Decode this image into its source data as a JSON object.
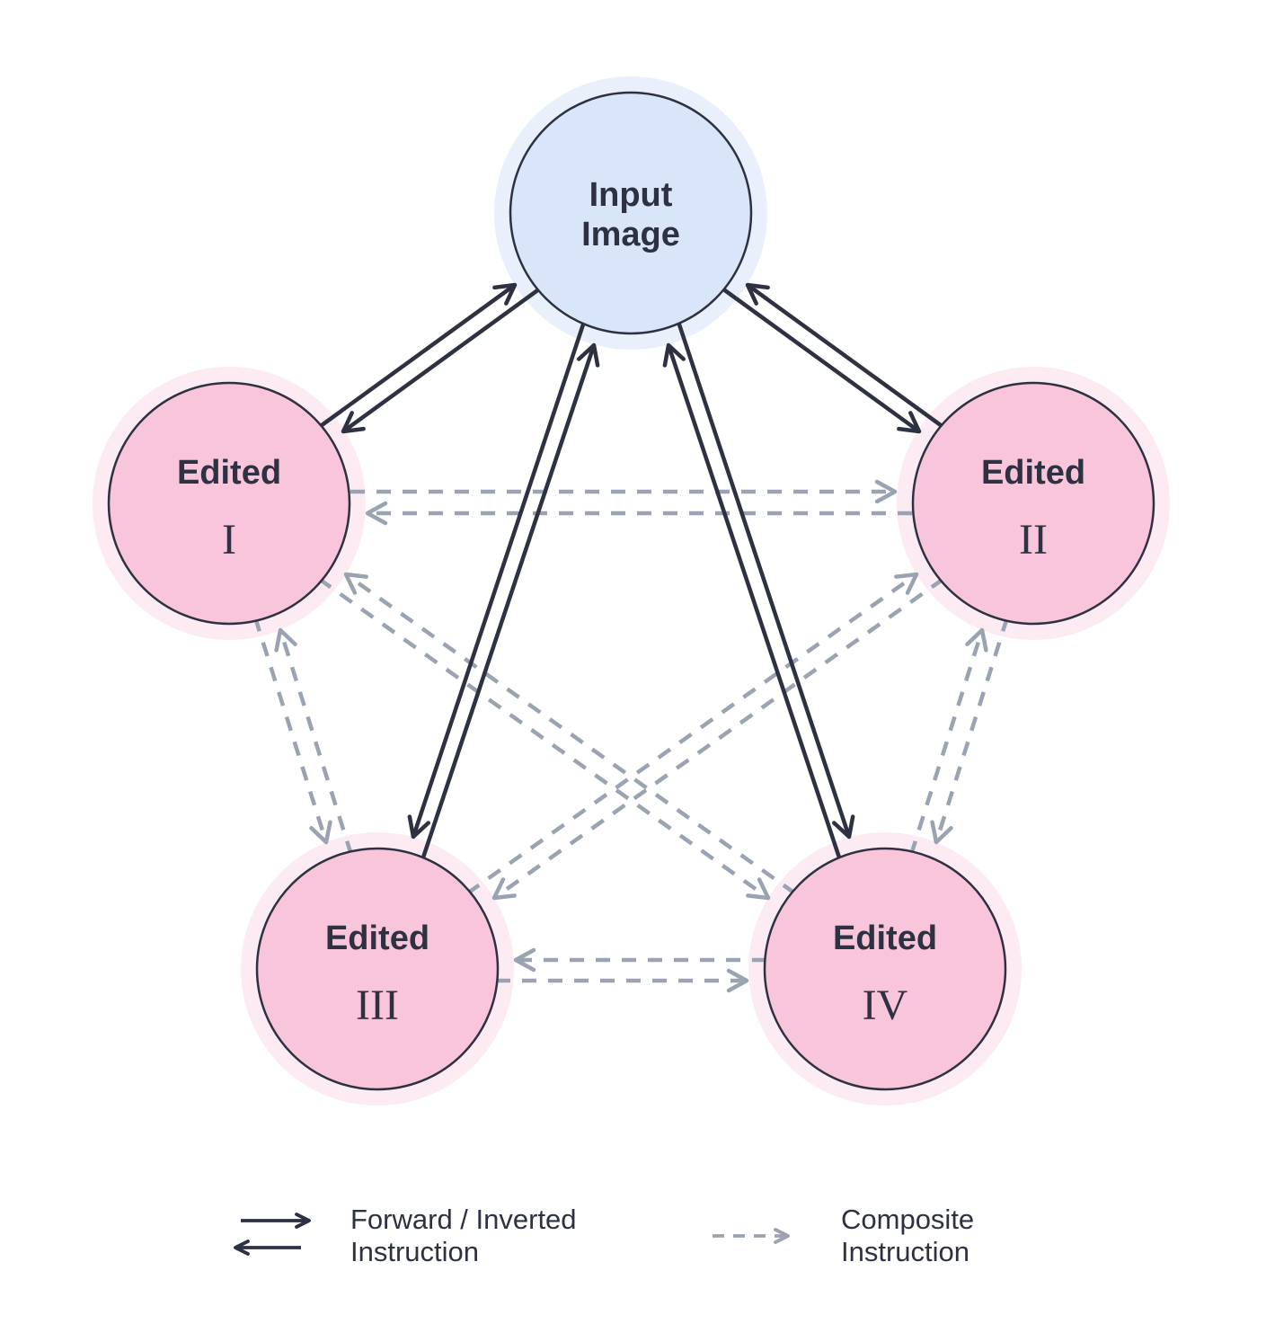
{
  "diagram": {
    "nodes": {
      "input": {
        "line1": "Input",
        "line2": "Image"
      },
      "edited1": {
        "label": "Edited",
        "numeral": "I"
      },
      "edited2": {
        "label": "Edited",
        "numeral": "II"
      },
      "edited3": {
        "label": "Edited",
        "numeral": "III"
      },
      "edited4": {
        "label": "Edited",
        "numeral": "IV"
      }
    },
    "edges": {
      "solid_forward_inverted": [
        {
          "from": "input",
          "to": "edited1",
          "bidirectional": true
        },
        {
          "from": "input",
          "to": "edited2",
          "bidirectional": true
        },
        {
          "from": "input",
          "to": "edited3",
          "bidirectional": true
        },
        {
          "from": "input",
          "to": "edited4",
          "bidirectional": true
        }
      ],
      "dashed_composite": [
        {
          "from": "edited1",
          "to": "edited2",
          "bidirectional": true
        },
        {
          "from": "edited3",
          "to": "edited4",
          "bidirectional": true
        },
        {
          "from": "edited1",
          "to": "edited3",
          "bidirectional": true
        },
        {
          "from": "edited2",
          "to": "edited4",
          "bidirectional": true
        },
        {
          "from": "edited1",
          "to": "edited4",
          "bidirectional": true
        },
        {
          "from": "edited2",
          "to": "edited3",
          "bidirectional": true
        }
      ]
    }
  },
  "legend": {
    "forward": {
      "line1": "Forward / Inverted",
      "line2": "Instruction"
    },
    "composite": {
      "line1": "Composite",
      "line2": "Instruction"
    }
  },
  "colors": {
    "dark": "#2d3142",
    "gray": "#9aa3b2",
    "blue_fill": "#d9e5f8",
    "blue_halo": "#e9f0fc",
    "pink_fill": "#f9c5da",
    "pink_halo": "#fdebf3",
    "background": "#ffffff"
  }
}
